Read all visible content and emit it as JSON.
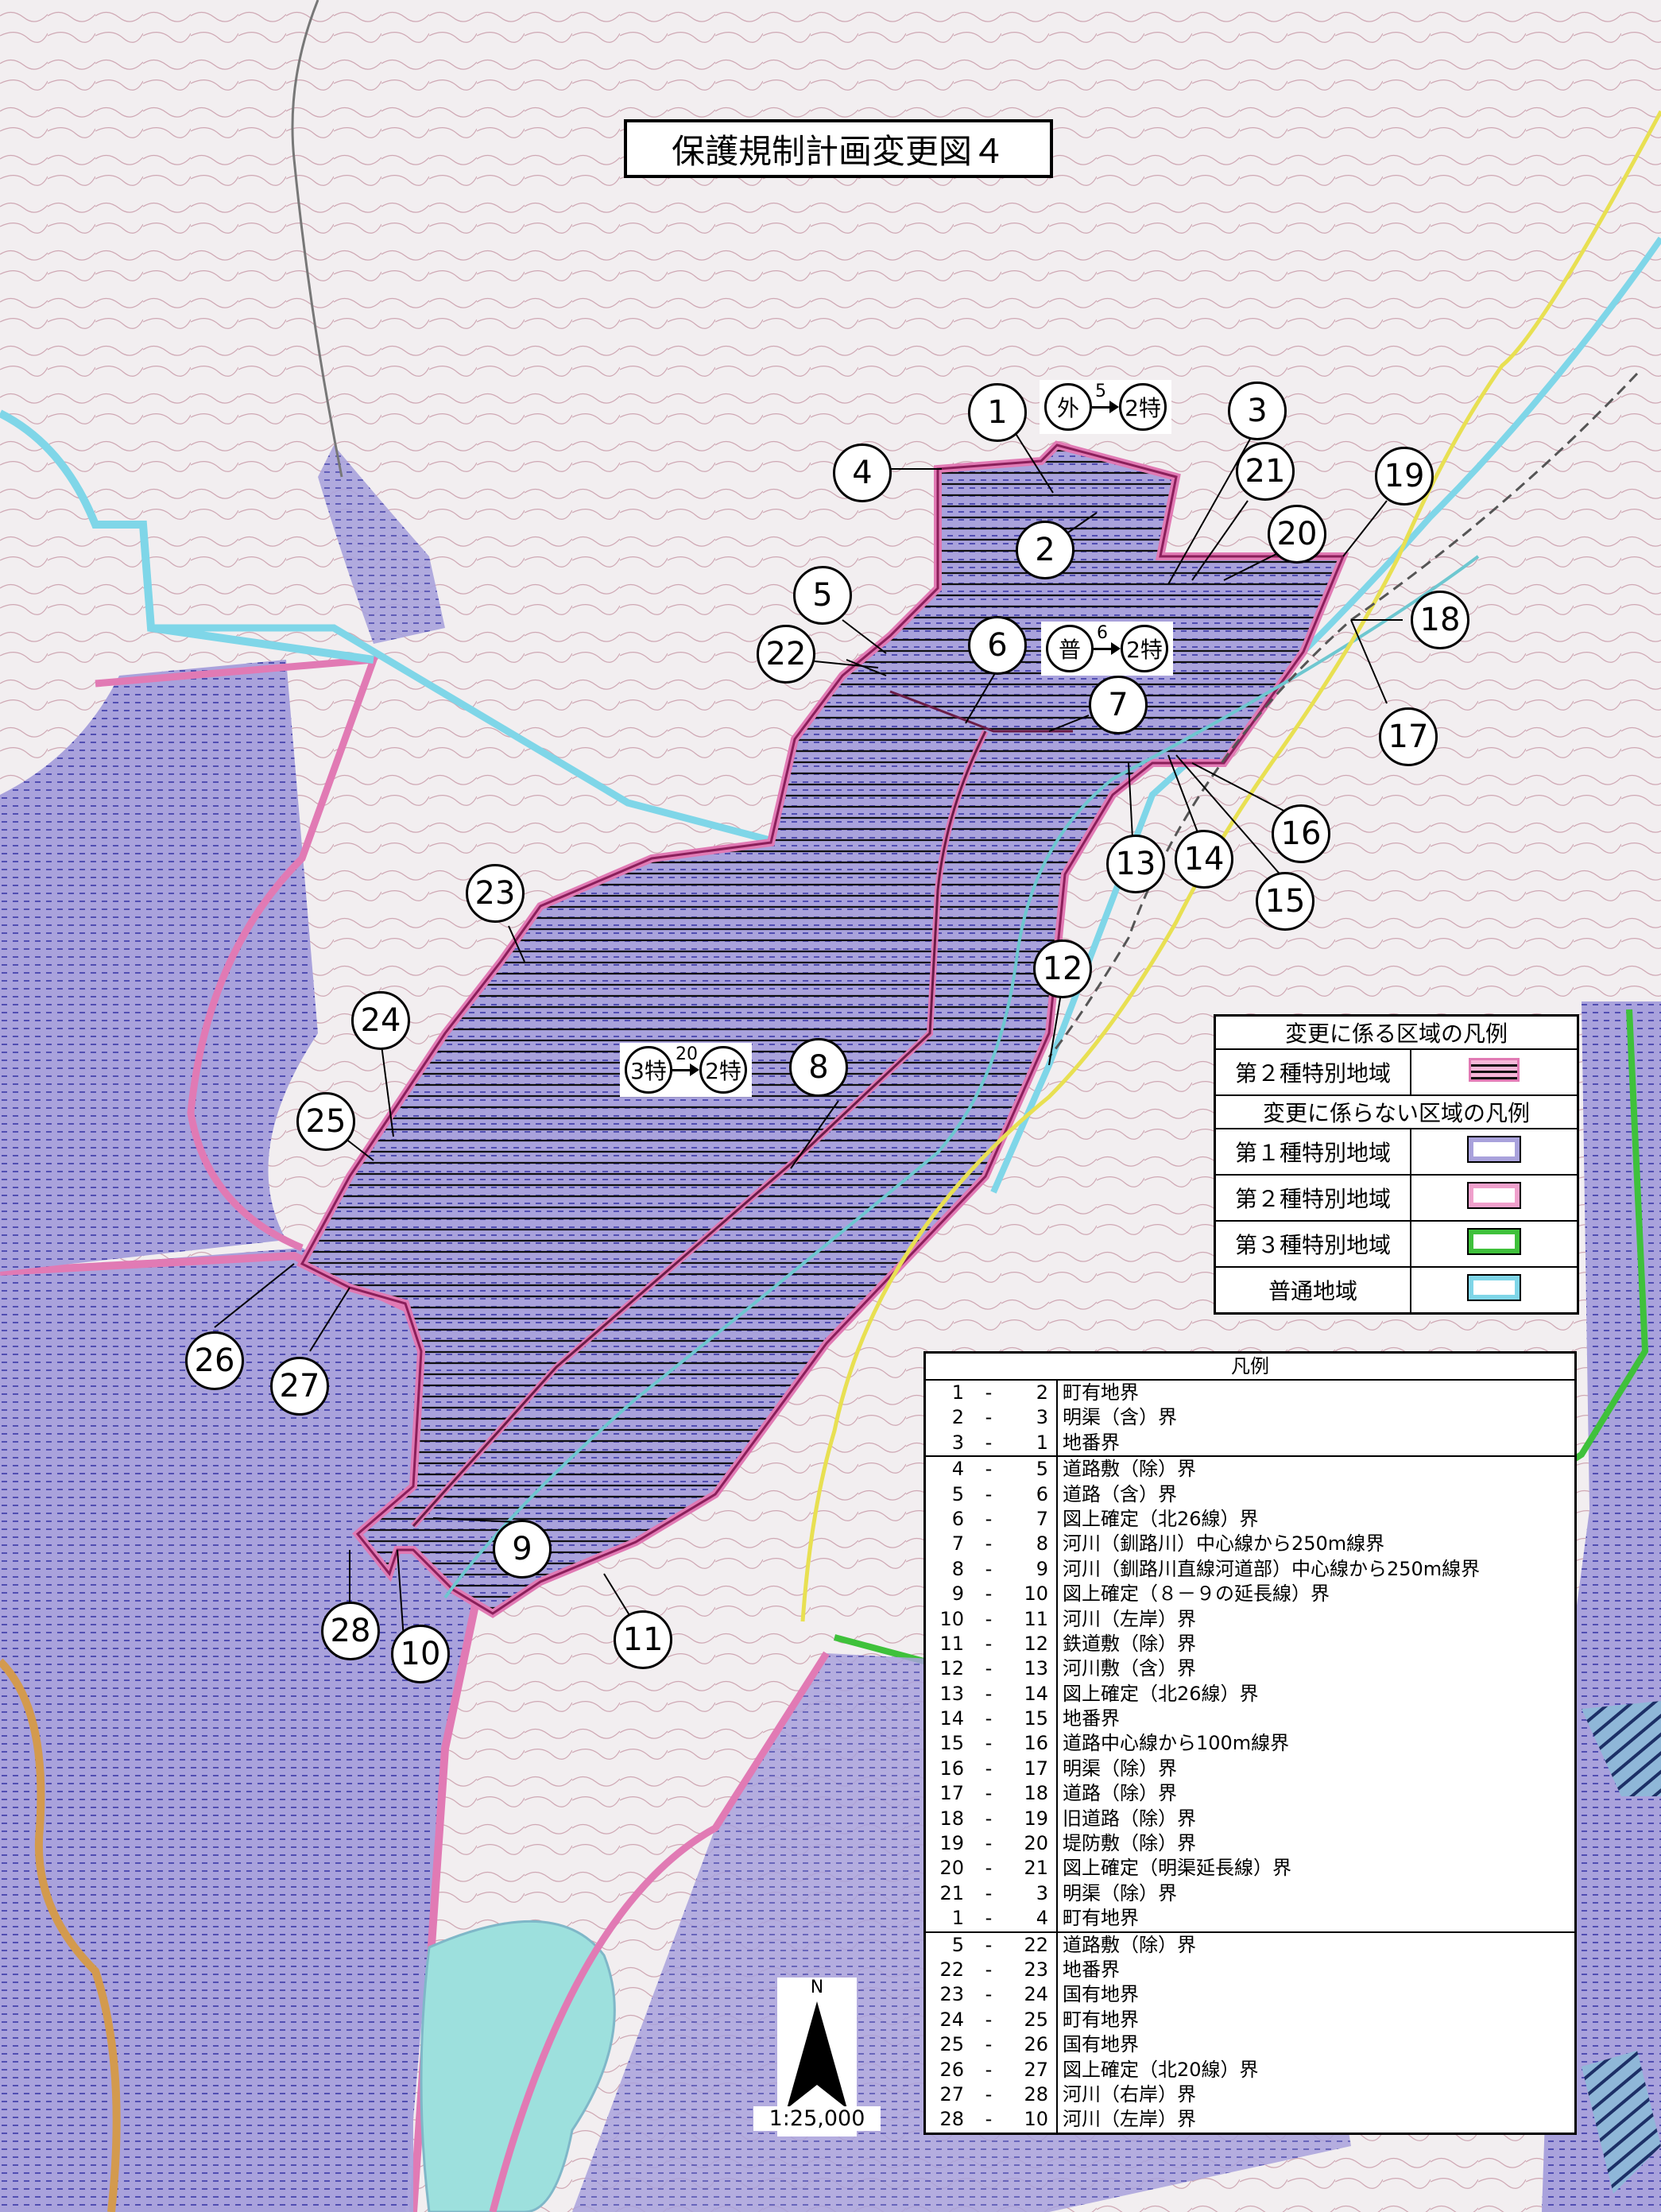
{
  "title": "保護規制計画変更図４",
  "colors": {
    "special1": "#a9a2dc",
    "special1_dots": "#3b3aa8",
    "special2_border": "#e17ab4",
    "special3_border": "#3fc13b",
    "ordinary_border": "#7fd6e8",
    "lake": "#9de0dd",
    "hatch": "#111111",
    "road_yellow": "#e8e052"
  },
  "change_markers": [
    {
      "from": "外",
      "to": "2特",
      "num": "5"
    },
    {
      "from": "普",
      "to": "2特",
      "num": "6"
    },
    {
      "from": "3特",
      "to": "2特",
      "num": "20"
    }
  ],
  "point_labels": [
    "1",
    "2",
    "3",
    "4",
    "5",
    "6",
    "7",
    "8",
    "9",
    "10",
    "11",
    "12",
    "13",
    "14",
    "15",
    "16",
    "17",
    "18",
    "19",
    "20",
    "21",
    "22",
    "23",
    "24",
    "25",
    "26",
    "27",
    "28"
  ],
  "legend_changed": {
    "header": "変更に係る区域の凡例",
    "items": [
      {
        "label": "第２種特別地域"
      }
    ]
  },
  "legend_unchanged": {
    "header": "変更に係らない区域の凡例",
    "items": [
      {
        "label": "第１種特別地域"
      },
      {
        "label": "第２種特別地域"
      },
      {
        "label": "第３種特別地域"
      },
      {
        "label": "普通地域"
      }
    ]
  },
  "boundary_legend": {
    "title": "凡例",
    "groups": [
      [
        {
          "from": "1",
          "to": "2",
          "desc": "町有地界"
        },
        {
          "from": "2",
          "to": "3",
          "desc": "明渠（含）界"
        },
        {
          "from": "3",
          "to": "1",
          "desc": "地番界"
        }
      ],
      [
        {
          "from": "4",
          "to": "5",
          "desc": "道路敷（除）界"
        },
        {
          "from": "5",
          "to": "6",
          "desc": "道路（含）界"
        },
        {
          "from": "6",
          "to": "7",
          "desc": "図上確定（北26線）界"
        },
        {
          "from": "7",
          "to": "8",
          "desc": "河川（釧路川）中心線から250m線界"
        },
        {
          "from": "8",
          "to": "9",
          "desc": "河川（釧路川直線河道部）中心線から250m線界"
        },
        {
          "from": "9",
          "to": "10",
          "desc": "図上確定（８－９の延長線）界"
        },
        {
          "from": "10",
          "to": "11",
          "desc": "河川（左岸）界"
        },
        {
          "from": "11",
          "to": "12",
          "desc": "鉄道敷（除）界"
        },
        {
          "from": "12",
          "to": "13",
          "desc": "河川敷（含）界"
        },
        {
          "from": "13",
          "to": "14",
          "desc": "図上確定（北26線）界"
        },
        {
          "from": "14",
          "to": "15",
          "desc": "地番界"
        },
        {
          "from": "15",
          "to": "16",
          "desc": "道路中心線から100m線界"
        },
        {
          "from": "16",
          "to": "17",
          "desc": "明渠（除）界"
        },
        {
          "from": "17",
          "to": "18",
          "desc": "道路（除）界"
        },
        {
          "from": "18",
          "to": "19",
          "desc": "旧道路（除）界"
        },
        {
          "from": "19",
          "to": "20",
          "desc": "堤防敷（除）界"
        },
        {
          "from": "20",
          "to": "21",
          "desc": "図上確定（明渠延長線）界"
        },
        {
          "from": "21",
          "to": "3",
          "desc": "明渠（除）界"
        },
        {
          "from": "1",
          "to": "4",
          "desc": "町有地界"
        }
      ],
      [
        {
          "from": "5",
          "to": "22",
          "desc": "道路敷（除）界"
        },
        {
          "from": "22",
          "to": "23",
          "desc": "地番界"
        },
        {
          "from": "23",
          "to": "24",
          "desc": "国有地界"
        },
        {
          "from": "24",
          "to": "25",
          "desc": "町有地界"
        },
        {
          "from": "25",
          "to": "26",
          "desc": "国有地界"
        },
        {
          "from": "26",
          "to": "27",
          "desc": "図上確定（北20線）界"
        },
        {
          "from": "27",
          "to": "28",
          "desc": "河川（右岸）界"
        },
        {
          "from": "28",
          "to": "10",
          "desc": "河川（左岸）界"
        }
      ]
    ]
  },
  "north_label": "N",
  "scale": "1:25,000"
}
